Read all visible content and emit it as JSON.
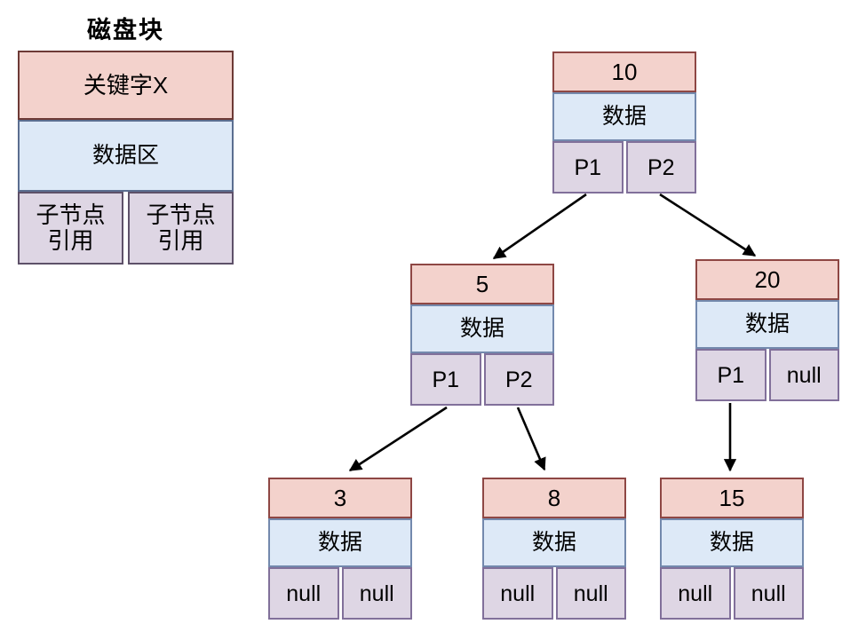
{
  "title": "磁盘块",
  "legend": {
    "key_label": "关键字X",
    "data_label": "数据区",
    "child_ref_line1": "子节点",
    "child_ref_line2": "引用"
  },
  "nodes": [
    {
      "key": "10",
      "data_label": "数据",
      "left_ptr": "P1",
      "right_ptr": "P2"
    },
    {
      "key": "5",
      "data_label": "数据",
      "left_ptr": "P1",
      "right_ptr": "P2"
    },
    {
      "key": "20",
      "data_label": "数据",
      "left_ptr": "P1",
      "right_ptr": "null"
    },
    {
      "key": "3",
      "data_label": "数据",
      "left_ptr": "null",
      "right_ptr": "null"
    },
    {
      "key": "8",
      "data_label": "数据",
      "left_ptr": "null",
      "right_ptr": "null"
    },
    {
      "key": "15",
      "data_label": "数据",
      "left_ptr": "null",
      "right_ptr": "null"
    }
  ],
  "edges": [
    {
      "from": "10",
      "via": "P1",
      "to": "5"
    },
    {
      "from": "10",
      "via": "P2",
      "to": "20"
    },
    {
      "from": "5",
      "via": "P1",
      "to": "3"
    },
    {
      "from": "5",
      "via": "P2",
      "to": "8"
    },
    {
      "from": "20",
      "via": "P1",
      "to": "15"
    }
  ],
  "colors": {
    "background": "#ffffff",
    "key_fill": "#f3d2cc",
    "key_border": "#8e4744",
    "data_fill": "#dde9f7",
    "data_border": "#7389ad",
    "pointer_fill": "#ded6e4",
    "pointer_border": "#81709a",
    "arrow": "#000000",
    "text": "#000000"
  }
}
